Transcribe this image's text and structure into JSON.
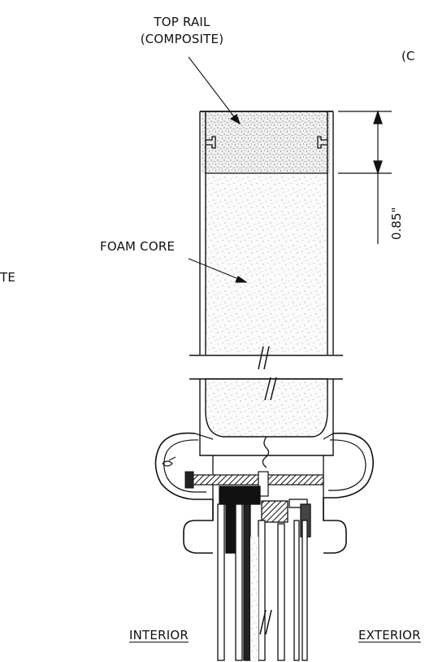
{
  "labels": {
    "top_rail_line1": "TOP RAIL",
    "top_rail_line2": "(COMPOSITE)",
    "right_cut": "(C",
    "left_cut": "TE",
    "foam_core": "FOAM CORE",
    "dimension": "0.85\"",
    "interior": "INTERIOR",
    "exterior": "EXTERIOR"
  }
}
